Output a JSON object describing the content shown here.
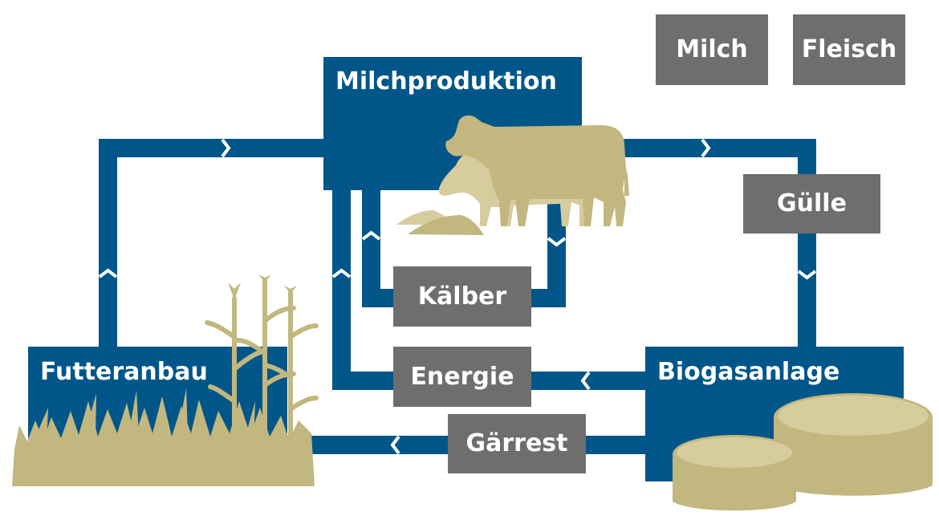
{
  "colors": {
    "blue": "#005689",
    "gray": "#6e6e6e",
    "khaki": "#c2b77f",
    "khaki_light": "#d6cc9e",
    "white": "#ffffff"
  },
  "nodes": {
    "milchproduktion": "Milchproduktion",
    "futteranbau": "Futteranbau",
    "biogasanlage": "Biogasanlage"
  },
  "products": {
    "milch": "Milch",
    "fleisch": "Fleisch",
    "guelle": "Gülle",
    "kaelber": "Kälber",
    "energie": "Energie",
    "gaerrest": "Gärrest"
  },
  "icons": [
    "cow-icon",
    "feed-pile-icon",
    "grass-icon",
    "corn-plant-icon",
    "biogas-tank-icon",
    "flow-chevron-icon"
  ]
}
